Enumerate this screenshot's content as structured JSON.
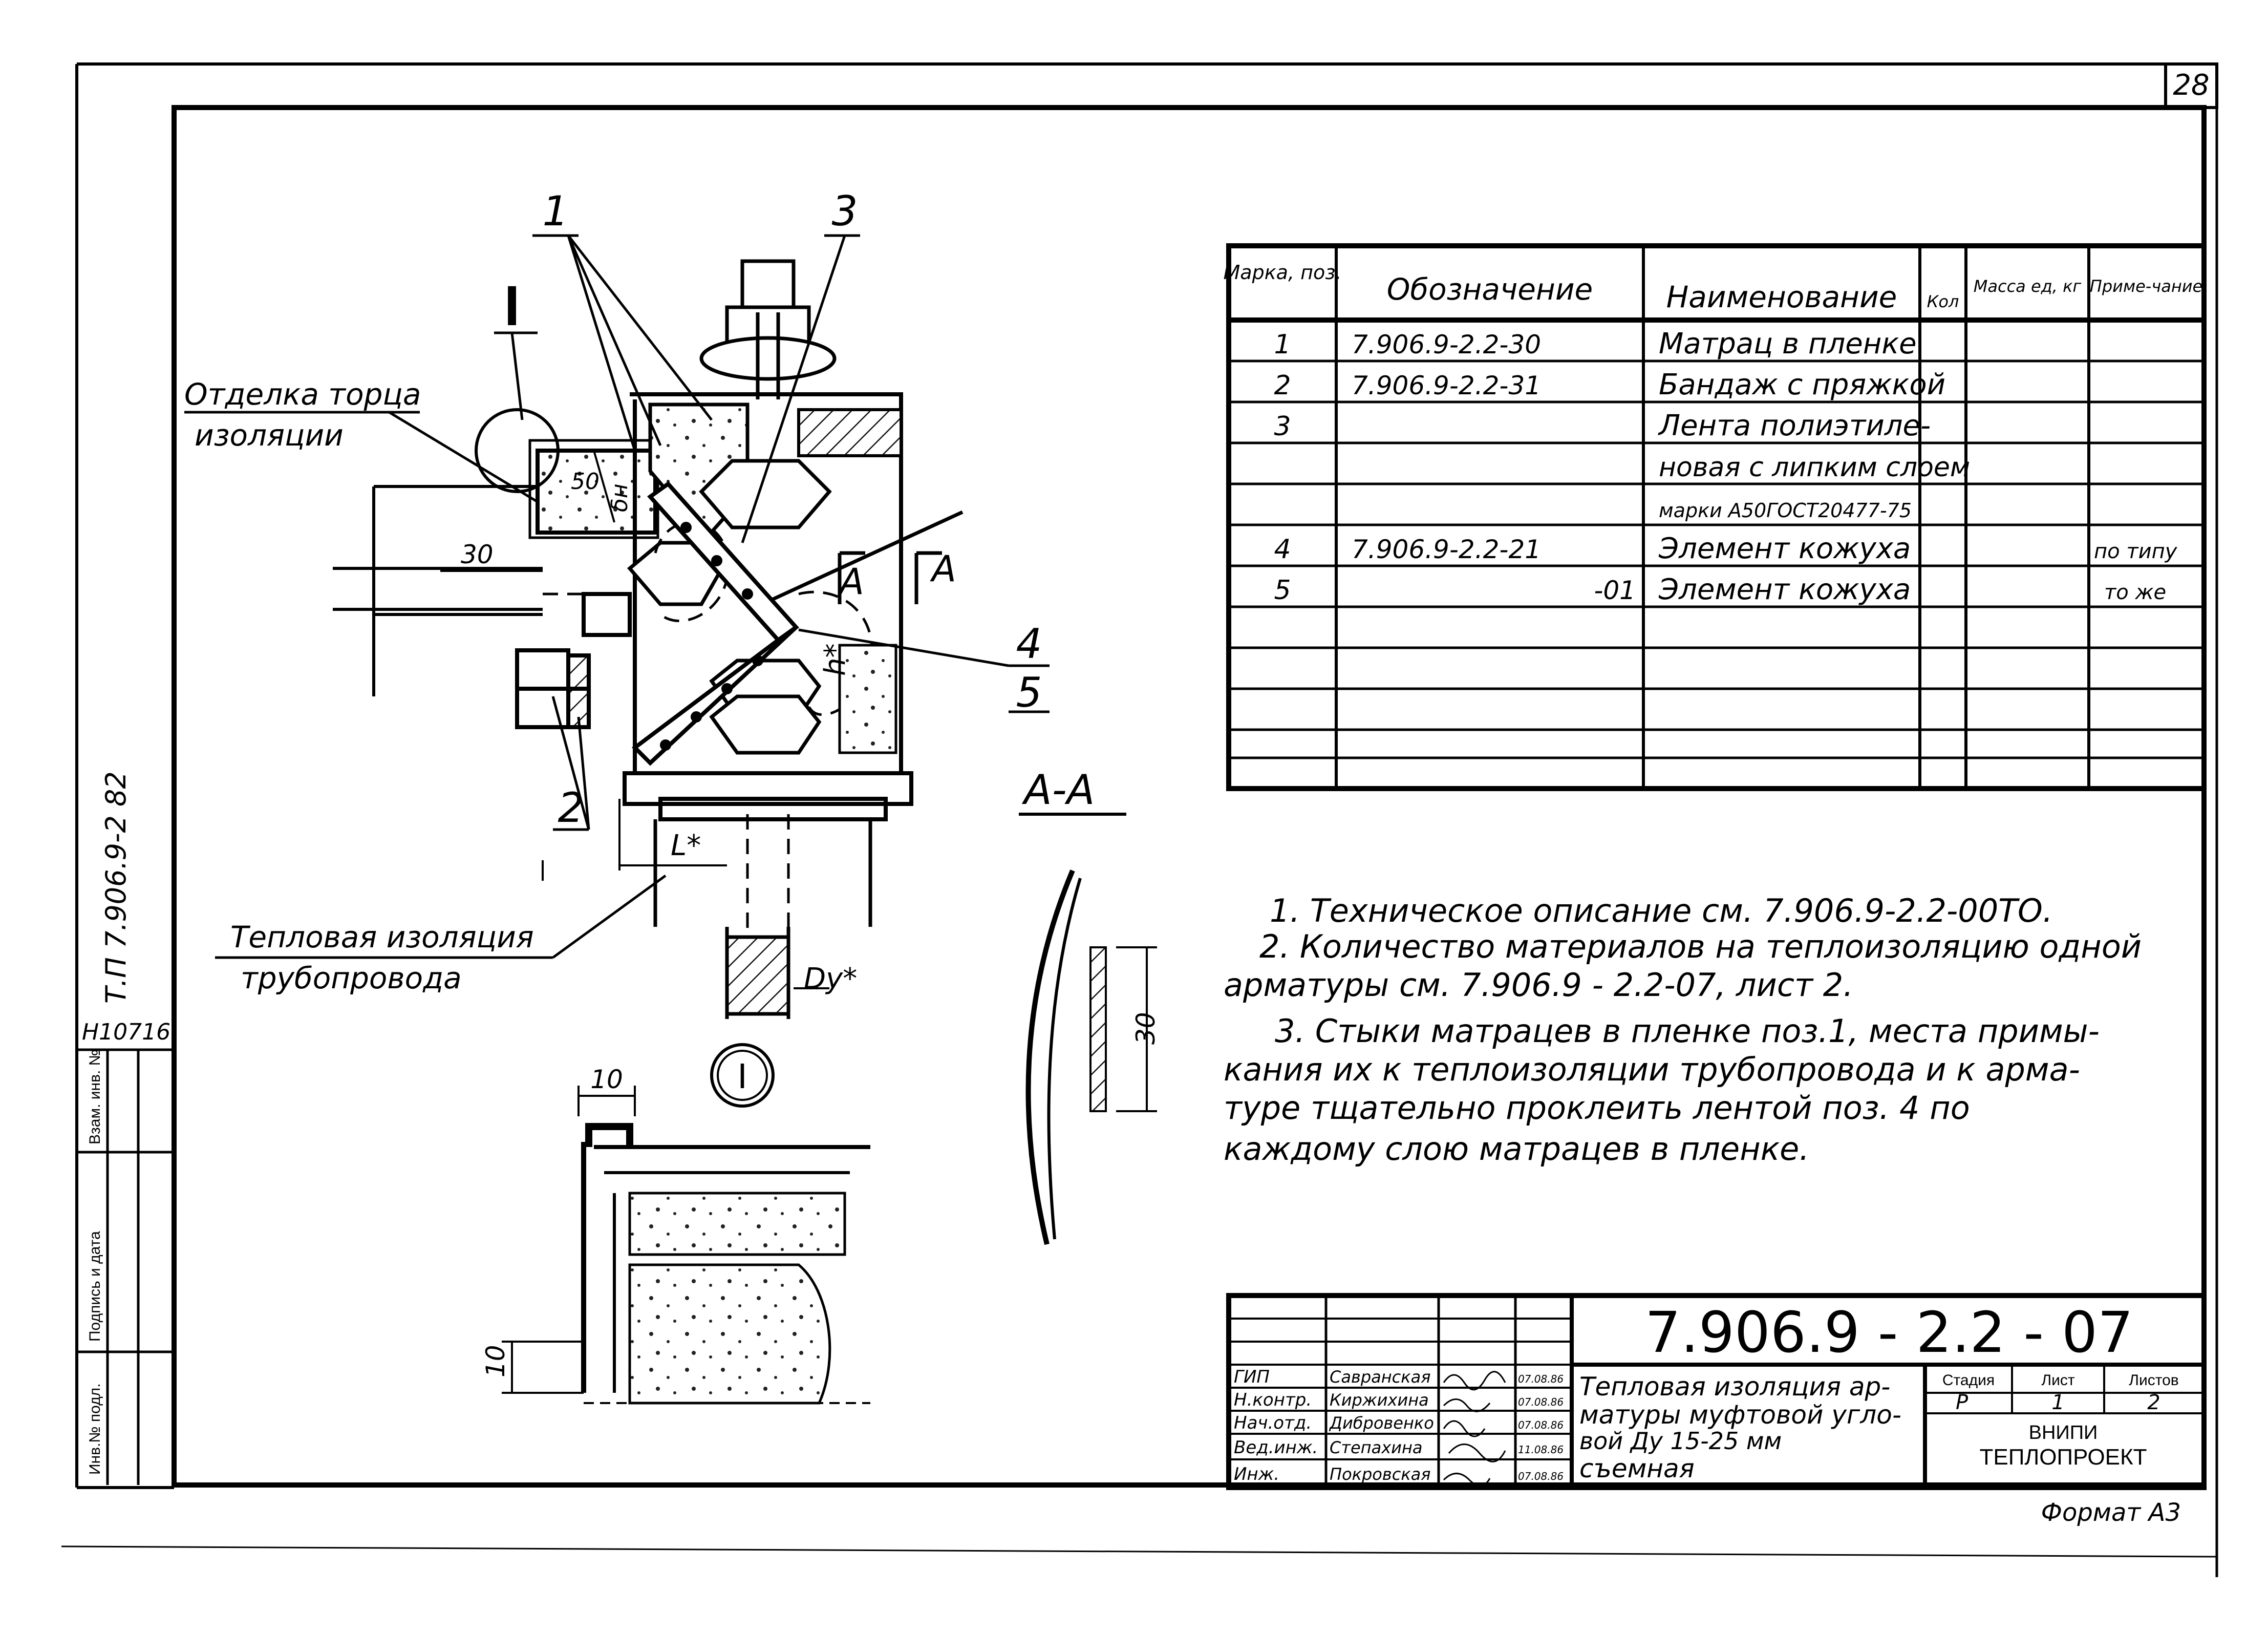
{
  "sheet": {
    "page_number": "28",
    "side_label": "Т.П 7.906.9-2 82",
    "inventory_number": "Н10716",
    "side_stamp": [
      "Инв.№ подл.",
      "Подпись и дата",
      "Взам. инв. №"
    ],
    "format": "Формат А3"
  },
  "drawing": {
    "callouts": [
      "1",
      "2",
      "3",
      "4",
      "5"
    ],
    "view_mark": "I",
    "label_insulation_end": [
      "Отделка торца",
      "изоляции"
    ],
    "label_pipe_insulation": [
      "Тепловая изоляция",
      "трубопровода"
    ],
    "dim_50": "50",
    "dim_30": "30",
    "dim_10": "10",
    "dim_dn": "δн",
    "dim_h": "h*",
    "dim_L": "L*",
    "dim_Dy": "Dу*",
    "section_mark": "A",
    "section_title": "А-А"
  },
  "specification": {
    "headers": [
      "Марка, поз.",
      "Обозначение",
      "Наименование",
      "Кол",
      "Масса ед, кг",
      "Приме-чание"
    ],
    "rows": [
      {
        "pos": "1",
        "code": "7.906.9-2.2-30",
        "name": "Матрац в пленке",
        "qty": "",
        "mass": "",
        "note": ""
      },
      {
        "pos": "2",
        "code": "7.906.9-2.2-31",
        "name": "Бандаж с пряжкой",
        "qty": "",
        "mass": "",
        "note": ""
      },
      {
        "pos": "3",
        "code": "",
        "name": "Лента полиэтиле-",
        "qty": "",
        "mass": "",
        "note": ""
      },
      {
        "pos": "",
        "code": "",
        "name": "новая с липким слоем",
        "qty": "",
        "mass": "",
        "note": ""
      },
      {
        "pos": "",
        "code": "",
        "name": "марки А50ГОСТ20477-75",
        "qty": "",
        "mass": "",
        "note": ""
      },
      {
        "pos": "4",
        "code": "7.906.9-2.2-21",
        "name": "Элемент кожуха",
        "qty": "",
        "mass": "",
        "note": "по типу"
      },
      {
        "pos": "5",
        "code": "-01",
        "name": "Элемент кожуха",
        "qty": "",
        "mass": "",
        "note": "то же"
      }
    ]
  },
  "notes": [
    "1. Техническое описание см. 7.906.9-2.2-00ТО.",
    "2. Количество материалов на теплоизоляцию одной",
    "арматуры см. 7.906.9 - 2.2-07, лист 2.",
    "3. Стыки матрацев в пленке поз.1, места примы-",
    "кания их к теплоизоляции трубопровода и к арма-",
    "туре тщательно проклеить лентой поз. 4 по",
    "каждому слою матрацев в пленке."
  ],
  "title_block": {
    "designation": "7.906.9 - 2.2 - 07",
    "title_lines": [
      "Тепловая изоляция ар-",
      "матуры муфтовой угло-",
      "вой Ду 15-25 мм",
      "съемная"
    ],
    "stage_header": "Стадия",
    "sheet_header": "Лист",
    "sheets_header": "Листов",
    "stage": "Р",
    "sheet": "1",
    "sheets": "2",
    "org_line1": "ВНИПИ",
    "org_line2": "ТЕПЛОПРОЕКТ",
    "signers": [
      {
        "role": "ГИП",
        "name": "Савранская",
        "date": "07.08.86"
      },
      {
        "role": "Н.контр.",
        "name": "Киржихина",
        "date": "07.08.86"
      },
      {
        "role": "Нач.отд.",
        "name": "Дибровенко",
        "date": "07.08.86"
      },
      {
        "role": "Вед.инж.",
        "name": "Степахина",
        "date": "11.08.86"
      },
      {
        "role": "Инж.",
        "name": "Покровская",
        "date": "07.08.86"
      }
    ]
  }
}
